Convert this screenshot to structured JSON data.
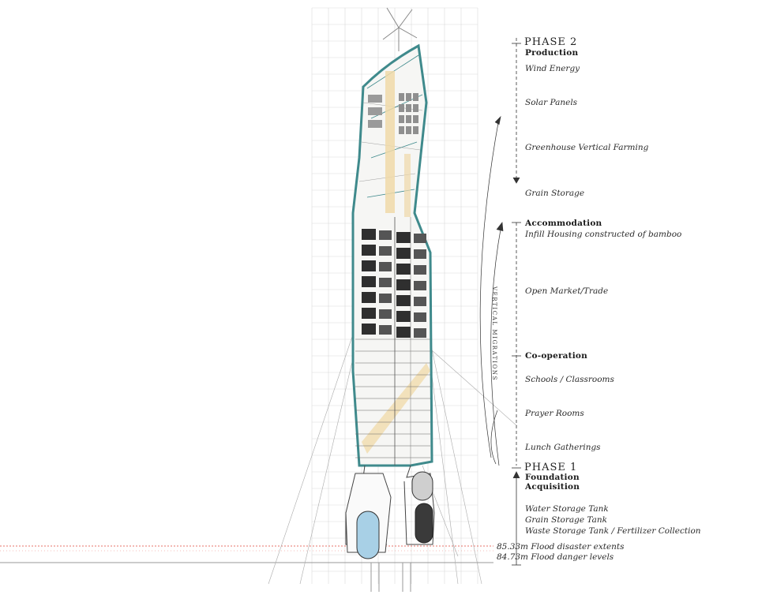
{
  "phases": {
    "phase2": {
      "title": "PHASE 2",
      "subtitle": "Production"
    },
    "phase1": {
      "title": "PHASE 1",
      "subtitle": "Foundation",
      "subtitle2": "Acquisition"
    }
  },
  "production_items": [
    "Wind Energy",
    "Solar Panels",
    "Greenhouse Vertical Farming",
    "Grain Storage"
  ],
  "accommodation": {
    "heading": "Accommodation",
    "items": [
      "Infill Housing constructed of  bamboo",
      "Open Market/Trade"
    ]
  },
  "cooperation": {
    "heading": "Co-operation",
    "items": [
      "Schools / Classrooms",
      "Prayer Rooms",
      "Lunch Gatherings"
    ]
  },
  "foundation_items": [
    "Water Storage Tank",
    "Grain Storage Tank",
    "Waste Storage Tank / Fertilizer Collection"
  ],
  "flood": {
    "disaster": "85.33m Flood disaster extents",
    "danger": "84.73m Flood danger levels",
    "color": "#e0463a"
  },
  "side_label": "VERTICAL MIGRATIONS",
  "colors": {
    "structure": "#3f8a8c",
    "bamboo": "#f0d9a8",
    "housing": "#2f2f2f",
    "water_tank": "#a8d0e6",
    "grid": "#d9d9d9"
  }
}
